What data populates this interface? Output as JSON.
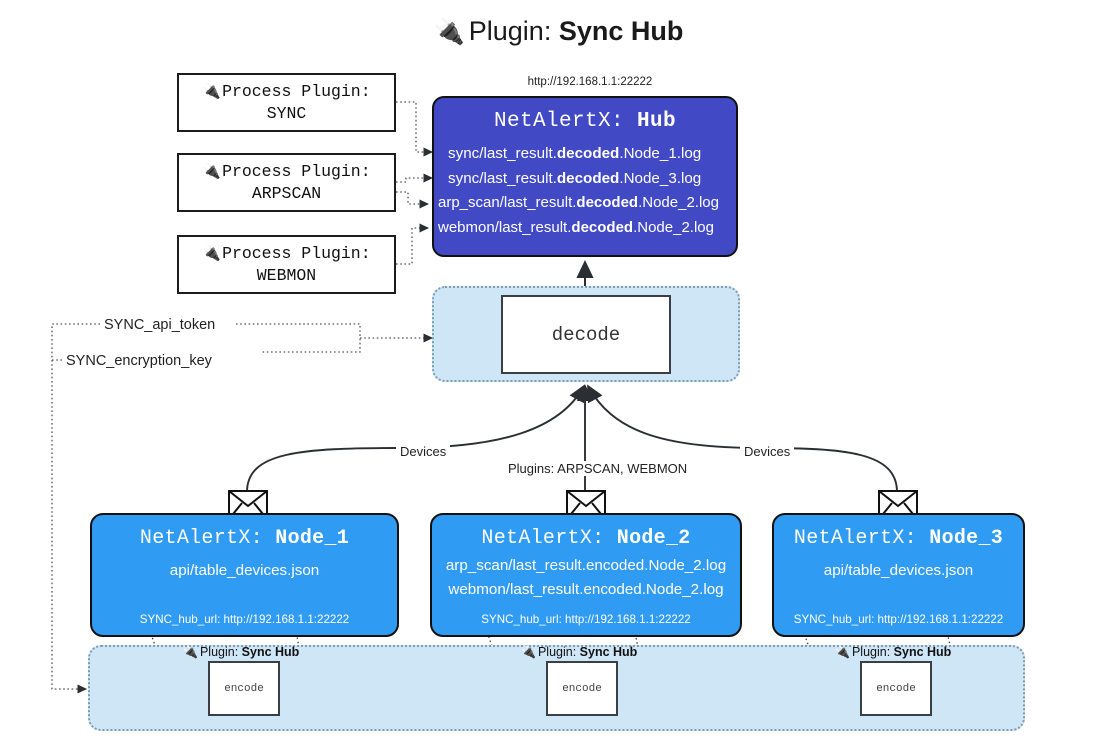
{
  "title": {
    "icon": "plug-icon",
    "prefix": "Plugin:",
    "name": "Sync Hub"
  },
  "process_plugins": [
    {
      "heading": "Process Plugin:",
      "name": "SYNC"
    },
    {
      "heading": "Process Plugin:",
      "name": "ARPSCAN"
    },
    {
      "heading": "Process Plugin:",
      "name": "WEBMON"
    }
  ],
  "hub": {
    "url": "http://192.168.1.1:22222",
    "label_prefix": "NetAlertX:",
    "label_name": "Hub",
    "rows": [
      {
        "pre": "sync/last_result.",
        "mid": "decoded",
        "post": ".Node_1.log"
      },
      {
        "pre": "sync/last_result.",
        "mid": "decoded",
        "post": ".Node_3.log"
      },
      {
        "pre": "arp_scan/last_result.",
        "mid": "decoded",
        "post": ".Node_2.log"
      },
      {
        "pre": "webmon/last_result.",
        "mid": "decoded",
        "post": ".Node_2.log"
      }
    ]
  },
  "decode": {
    "label": "decode"
  },
  "tokens": {
    "api_token": "SYNC_api_token",
    "encryption_key": "SYNC_encryption_key"
  },
  "mid_labels": {
    "devices_left": "Devices",
    "devices_right": "Devices",
    "plugins": "Plugins: ARPSCAN, WEBMON"
  },
  "nodes": [
    {
      "label_prefix": "NetAlertX:",
      "label_name": "Node_1",
      "lines": [
        "api/table_devices.json"
      ],
      "hub_url": "SYNC_hub_url: http://192.168.1.1:22222",
      "icon": "envelope-icon"
    },
    {
      "label_prefix": "NetAlertX:",
      "label_name": "Node_2",
      "lines": [
        "arp_scan/last_result.encoded.Node_2.log",
        "webmon/last_result.encoded.Node_2.log"
      ],
      "hub_url": "SYNC_hub_url: http://192.168.1.1:22222",
      "icon": "envelope-icon"
    },
    {
      "label_prefix": "NetAlertX:",
      "label_name": "Node_3",
      "lines": [
        "api/table_devices.json"
      ],
      "hub_url": "SYNC_hub_url: http://192.168.1.1:22222",
      "icon": "envelope-icon"
    }
  ],
  "encoders": [
    {
      "plugin_prefix": "Plugin:",
      "plugin_name": "Sync Hub",
      "box_label": "encode"
    },
    {
      "plugin_prefix": "Plugin:",
      "plugin_name": "Sync Hub",
      "box_label": "encode"
    },
    {
      "plugin_prefix": "Plugin:",
      "plugin_name": "Sync Hub",
      "box_label": "encode"
    }
  ],
  "colors": {
    "hub": "#4149c4",
    "node": "#2f9bf3",
    "container": "#cfe6f7",
    "border": "#111111"
  }
}
